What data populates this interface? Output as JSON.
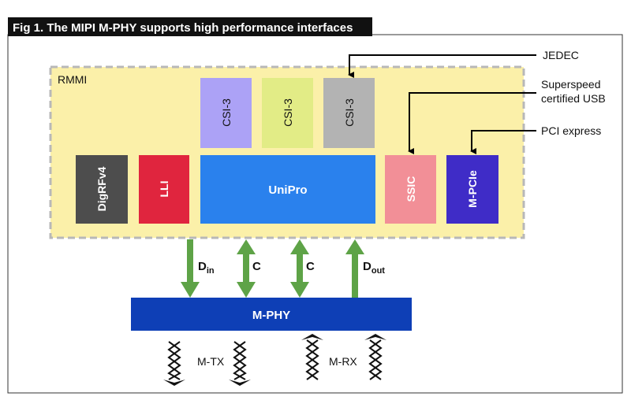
{
  "figure": {
    "title": "Fig 1. The MIPI M-PHY supports high performance interfaces"
  },
  "rmmi": {
    "label": "RMMI",
    "colors": {
      "fill": "#fbf0a9",
      "border": "#b8b8b8"
    }
  },
  "blocks": {
    "csi3_a": {
      "label": "CSI-3",
      "color": "#aca2f6"
    },
    "csi3_b": {
      "label": "CSI-3",
      "color": "#e2ec86"
    },
    "csi3_c": {
      "label": "CSI-3",
      "color": "#b3b3b3"
    },
    "digrf": {
      "label": "DigRFv4",
      "color": "#4d4d4d"
    },
    "lli": {
      "label": "LLI",
      "color": "#e0253e"
    },
    "unipro": {
      "label": "UniPro",
      "color": "#2a81ed"
    },
    "ssic": {
      "label": "SSIC",
      "color": "#f28f97"
    },
    "mpcie": {
      "label": "M-PCIe",
      "color": "#3f2cc7"
    },
    "mphy": {
      "label": "M-PHY",
      "color": "#0e3fb6"
    }
  },
  "callouts": {
    "jedec": "JEDEC",
    "superspeed_line1": "Superspeed",
    "superspeed_line2": "certified USB",
    "pci": "PCI express"
  },
  "links": {
    "din": {
      "main": "D",
      "sub": "in"
    },
    "c1": "C",
    "c2": "C",
    "dout": {
      "main": "D",
      "sub": "out"
    },
    "arrow_color": "#5ea347"
  },
  "lanes": {
    "mtx": "M-TX",
    "mrx": "M-RX"
  }
}
